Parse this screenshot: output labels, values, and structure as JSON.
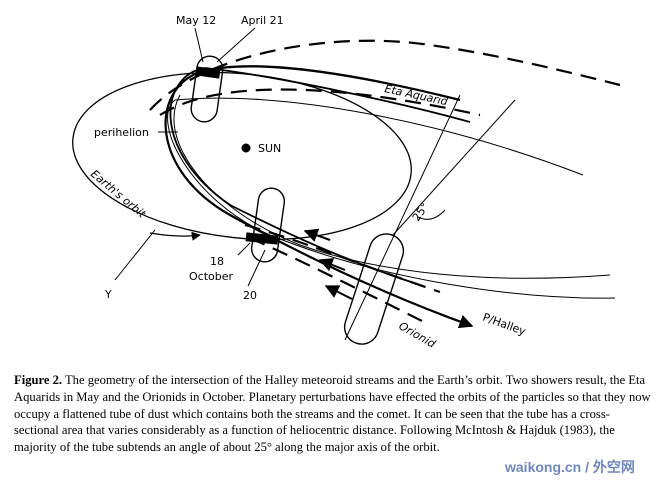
{
  "figure": {
    "labels": {
      "may_12": "May 12",
      "april_21": "April 21",
      "eta_aquarid": "Eta Aquarid",
      "perihelion": "perihelion",
      "sun": "SUN",
      "earths_orbit": "Earth's orbit",
      "angle": "25°",
      "october_18": "18",
      "october": "October",
      "october_20": "20",
      "vernal_equinox": "Y",
      "orionid": "Orionid",
      "p_halley": "P/Halley"
    }
  },
  "caption": {
    "label": "Figure 2.",
    "text": "The geometry of the intersection of the Halley meteoroid streams and the Earth’s orbit. Two showers result, the Eta Aquarids in May and the Orionids in October. Planetary perturbations have effected the orbits of the particles so that they now occupy a flattened tube of dust which contains both the streams and the comet. It can be seen that the tube has a cross-sectional area that varies considerably as a function of heliocentric distance. Following McIntosh & Hajduk (1983), the majority of the tube subtends an angle of about 25° along the major axis of the orbit."
  },
  "watermark": "waikong.cn / 外空网"
}
